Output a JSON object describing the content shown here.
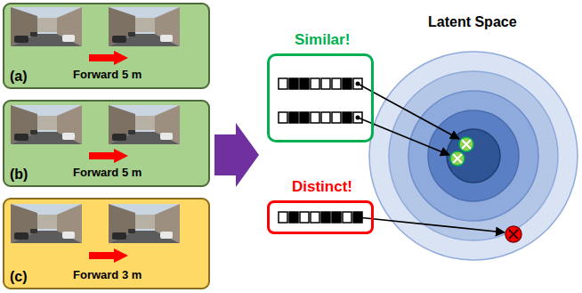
{
  "diagram": {
    "nodes": [
      {
        "text": [
          "(a)",
          "Forward 5 m"
        ]
      },
      {
        "text": [
          "(b)",
          "Forward 5 m"
        ]
      },
      {
        "text": [
          "(c)",
          "Forward 3 m"
        ]
      },
      {
        "text": [
          "Similar!"
        ]
      },
      {
        "text": [
          "Distinct!"
        ]
      },
      {
        "text": [
          "Latent Space"
        ]
      }
    ]
  }
}
